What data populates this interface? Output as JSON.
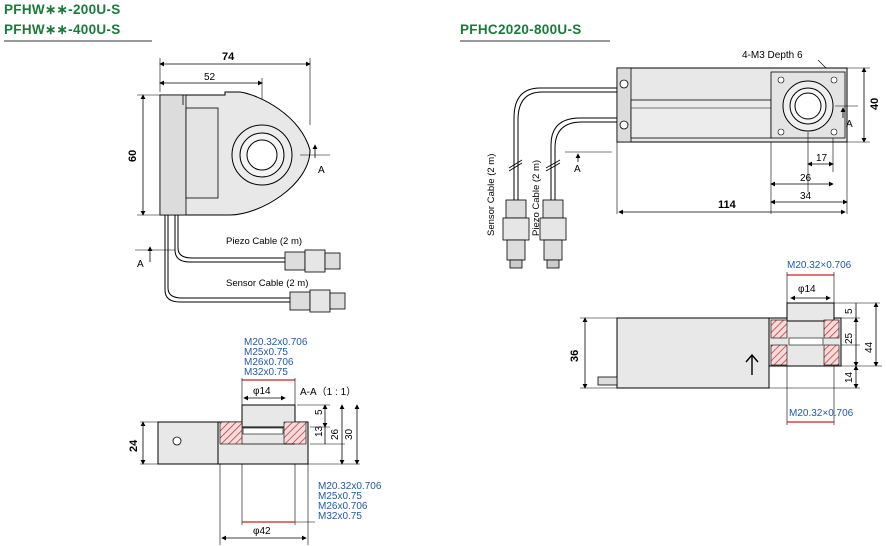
{
  "titles": {
    "left_line1": "PFHW∗∗-200U-S",
    "left_line2": "PFHW∗∗-400U-S",
    "right": "PFHC2020-800U-S"
  },
  "colors": {
    "title_green": "#1a7a3a",
    "thread_blue": "#1f5aa8",
    "hatch_red": "#cc2222",
    "body_fill": "#e8e8e8"
  },
  "left_top": {
    "dim_width_overall": "74",
    "dim_width_inner": "52",
    "dim_height": "60",
    "section_mark": "A",
    "section_mark2": "A",
    "piezo_cable": "Piezo Cable (2 m)",
    "sensor_cable": "Sensor Cable (2 m)"
  },
  "left_section": {
    "threads_top": [
      "M20.32x0.706",
      "M25x0.75",
      "M26x0.706",
      "M32x0.75"
    ],
    "bore": "φ14",
    "section_label": "A-A（1 : 1）",
    "dim_5": "5",
    "dim_13": "13",
    "dim_26": "26",
    "dim_30": "30",
    "dim_24": "24",
    "threads_bottom": [
      "M20.32x0.706",
      "M25x0.75",
      "M26x0.706",
      "M32x0.75"
    ],
    "dim_42": "φ42"
  },
  "right_top": {
    "holes_note": "4-M3 Depth 6",
    "dim_40": "40",
    "dim_17": "17",
    "dim_26": "26",
    "dim_34": "34",
    "dim_114": "114",
    "section_mark": "A",
    "section_mark2": "A",
    "sensor_cable": "Sensor Cable (2 m)",
    "piezo_cable": "Piezo Cable (2 m)"
  },
  "right_section": {
    "thread_top": "M20.32×0.706",
    "bore": "φ14",
    "dim_5": "5",
    "dim_25": "25",
    "dim_44": "44",
    "dim_14": "14",
    "dim_36": "36",
    "thread_bottom": "M20.32×0.706"
  }
}
